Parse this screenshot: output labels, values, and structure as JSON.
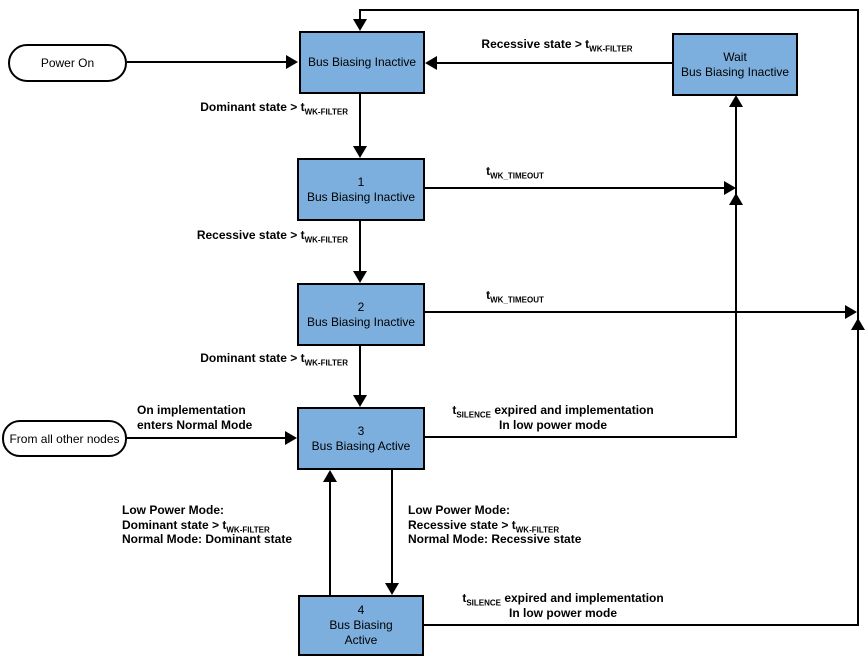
{
  "diagram": {
    "colors": {
      "node_fill": "#7cafde",
      "node_border": "#000000",
      "line": "#000000",
      "background": "#ffffff"
    },
    "nodes": {
      "power_on": {
        "label": "Power On"
      },
      "from_all_other_nodes": {
        "label": "From all other nodes"
      },
      "top": {
        "name": "Bus Biasing Inactive"
      },
      "wait": {
        "line1": "Wait",
        "line2": "Bus Biasing Inactive"
      },
      "s1": {
        "num": "1",
        "name": "Bus Biasing Inactive"
      },
      "s2": {
        "num": "2",
        "name": "Bus Biasing Inactive"
      },
      "s3": {
        "num": "3",
        "name": "Bus Biasing Active"
      },
      "s4": {
        "num": "4",
        "line1": "Bus Biasing",
        "line2": "Active"
      }
    },
    "labels": {
      "dominant_top": {
        "pre": "Dominant state > t",
        "sub": "WK-FILTER"
      },
      "recessive_1": {
        "pre": "Recessive state > t",
        "sub": "WK-FILTER"
      },
      "dominant_2": {
        "pre": "Dominant state > t",
        "sub": "WK-FILTER"
      },
      "recessive_wait": {
        "pre": "Recessive state > t",
        "sub": "WK-FILTER"
      },
      "wk_timeout_1": {
        "pre": "t",
        "sub": "WK_TIMEOUT"
      },
      "wk_timeout_2": {
        "pre": "t",
        "sub": "WK_TIMEOUT"
      },
      "on_impl": {
        "line1": "On implementation",
        "line2": "enters Normal Mode"
      },
      "silence_3": {
        "pre": "t",
        "sub": "SILENCE",
        "post": " expired and implementation",
        "line2": "In low power mode"
      },
      "silence_4": {
        "pre": "t",
        "sub": "SILENCE",
        "post": " expired and implementation",
        "line2": "In low power mode"
      },
      "lp_left": {
        "line1": "Low Power Mode:",
        "line2_pre": "Dominant state > t",
        "line2_sub": "WK-FILTER",
        "line3": "Normal Mode: Dominant state"
      },
      "lp_right": {
        "line1": "Low Power Mode:",
        "line2_pre": "Recessive state > t",
        "line2_sub": "WK-FILTER",
        "line3": "Normal Mode: Recessive state"
      }
    }
  }
}
